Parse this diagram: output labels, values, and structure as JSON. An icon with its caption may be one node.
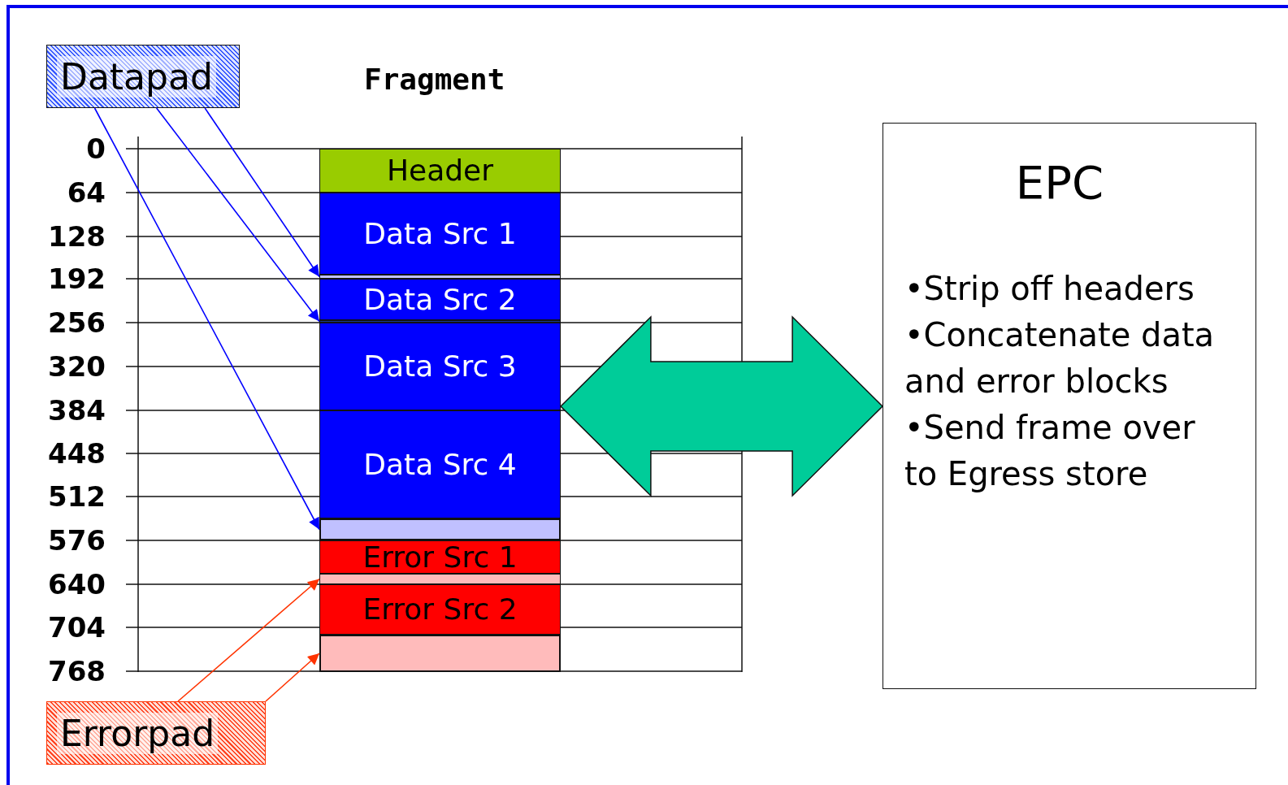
{
  "diagram": {
    "nodes": [
      {
        "text": [
          "Datapad"
        ]
      },
      {
        "text": [
          "Fragment"
        ]
      },
      {
        "text": [
          "Header"
        ],
        "in": 1
      },
      {
        "text": [
          "Data Src 1"
        ],
        "in": 1
      },
      {
        "text": [],
        "shape": "bar",
        "in": 1
      },
      {
        "text": [
          "Data Src 2"
        ],
        "in": 1
      },
      {
        "text": [],
        "shape": "bar",
        "in": 1
      },
      {
        "text": [
          "Data Src 3"
        ],
        "in": 1
      },
      {
        "text": [
          "Data Src 4"
        ],
        "in": 1
      },
      {
        "text": [],
        "shape": "box",
        "in": 1
      },
      {
        "text": [
          "Error Src 1"
        ],
        "in": 1
      },
      {
        "text": [],
        "shape": "bar",
        "in": 1
      },
      {
        "text": [
          "Error Src 2"
        ],
        "in": 1
      },
      {
        "text": [],
        "shape": "box",
        "in": 1
      },
      {
        "text": [
          "EPC",
          "•Strip off headers",
          "•Concatenate data and error blocks",
          "•Send frame over to Egress  store"
        ]
      },
      {
        "text": [
          "Errorpad"
        ]
      }
    ],
    "edges": [
      {
        "from": 0,
        "to": 4,
        "arrow": "to"
      },
      {
        "from": 0,
        "to": 6,
        "arrow": "to"
      },
      {
        "from": 0,
        "to": 9,
        "arrow": "to"
      },
      {
        "from": 15,
        "to": 11,
        "arrow": "to",
        "color": "#ff3300"
      },
      {
        "from": 15,
        "to": 13,
        "arrow": "to",
        "color": "#ff3300"
      },
      {
        "from": 1,
        "to": 14,
        "arrow": "both",
        "style": "thick",
        "color": "#00cc99"
      }
    ],
    "labels": [
      "0",
      "64",
      "128",
      "192",
      "256",
      "320",
      "384",
      "448",
      "512",
      "576",
      "640",
      "704",
      "768"
    ]
  }
}
